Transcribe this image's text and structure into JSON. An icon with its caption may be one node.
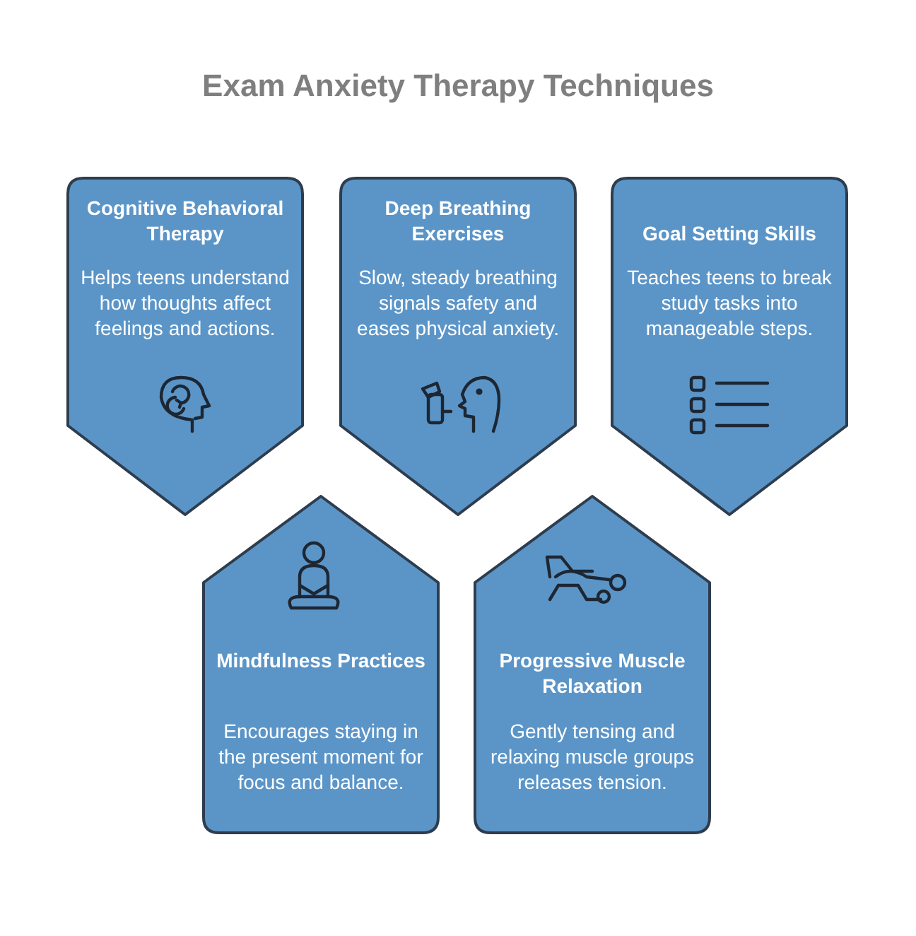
{
  "diagram": {
    "title": "Exam Anxiety Therapy Techniques",
    "nodes": [
      {
        "text": [
          "Cognitive Behavioral Therapy",
          "Helps teens understand how thoughts affect feelings and actions."
        ]
      },
      {
        "text": [
          "Deep Breathing Exercises",
          "Slow, steady breathing signals safety and eases physical anxiety."
        ]
      },
      {
        "text": [
          "Goal Setting Skills",
          "Teaches teens to break study tasks into manageable steps."
        ]
      },
      {
        "text": [
          "Mindfulness Practices",
          "Encourages staying in the present moment for focus and balance."
        ]
      },
      {
        "text": [
          "Progressive Muscle Relaxation",
          "Gently tensing and relaxing muscle groups releases tension."
        ]
      }
    ],
    "edges": []
  }
}
